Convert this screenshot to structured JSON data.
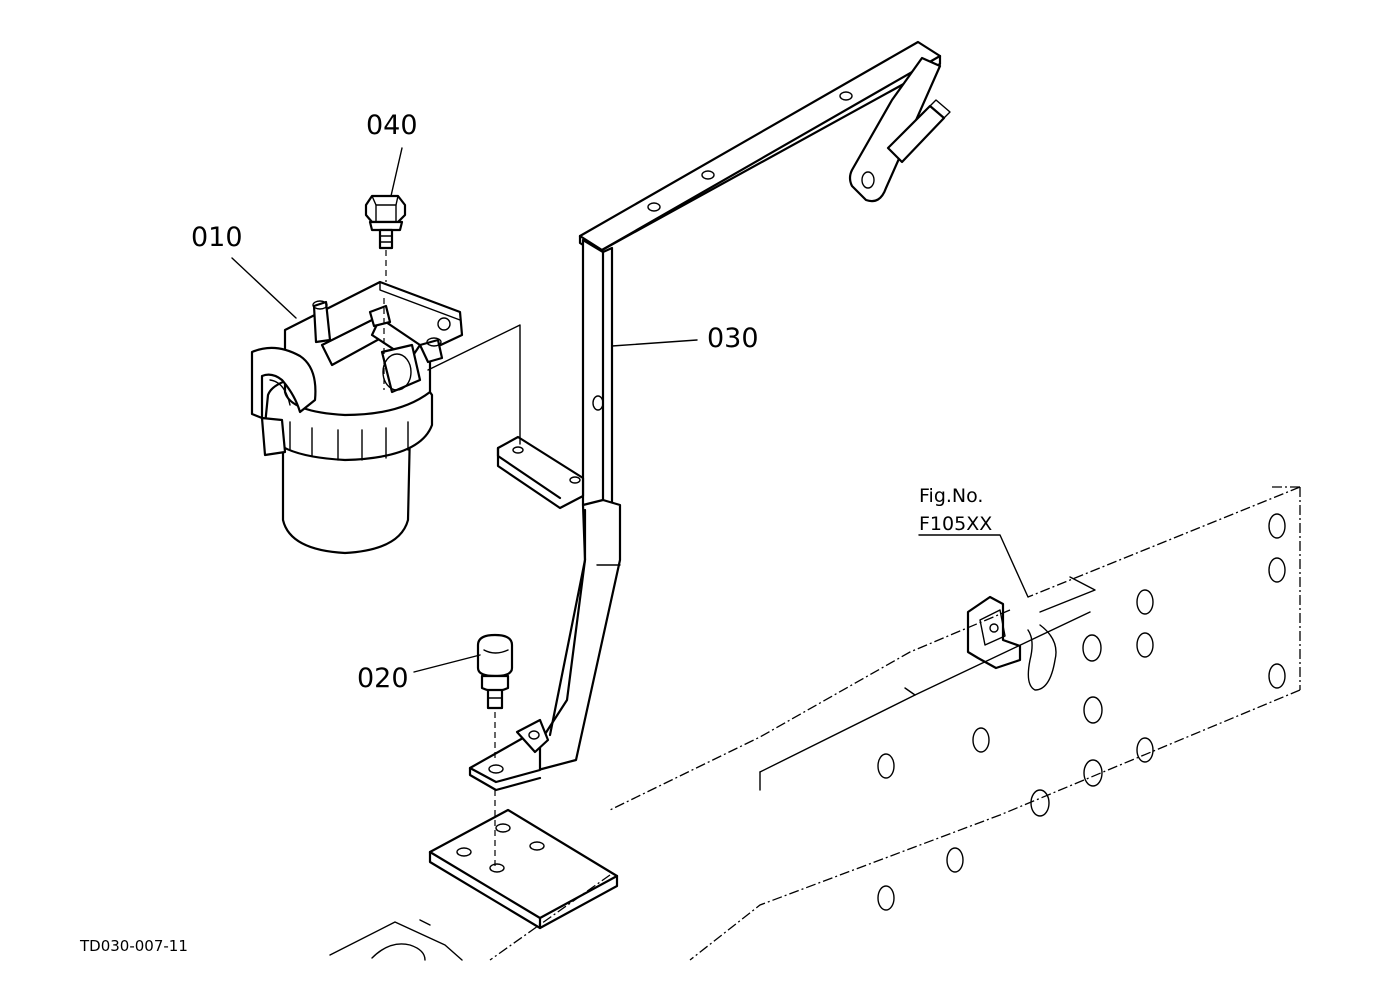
{
  "callouts": {
    "part_010": "010",
    "part_020": "020",
    "part_030": "030",
    "part_040": "040"
  },
  "figure_reference": {
    "line1": "Fig.No.",
    "line2": "F105XX"
  },
  "drawing_id": "TD030-007-11"
}
